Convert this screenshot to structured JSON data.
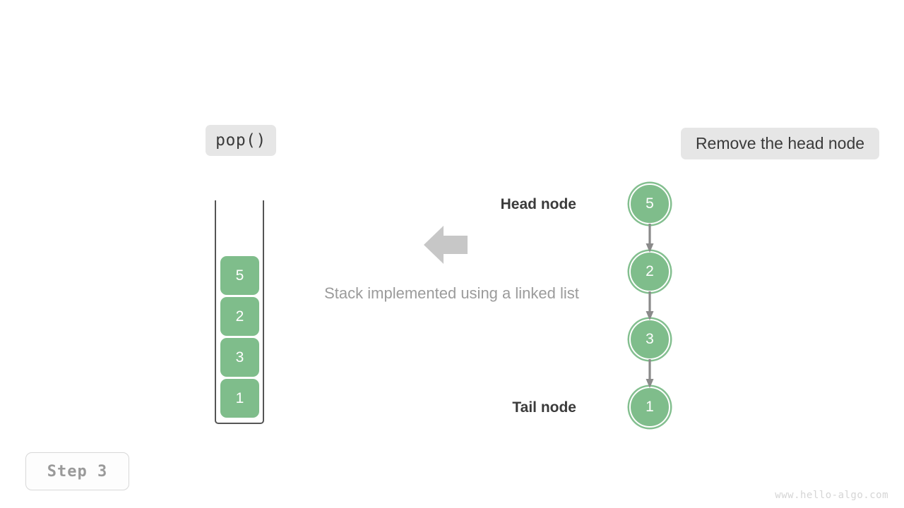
{
  "operation": {
    "label": "pop()"
  },
  "action": {
    "label": "Remove the head node"
  },
  "step": {
    "label": "Step 3"
  },
  "watermark": {
    "text": "www.hello-algo.com"
  },
  "caption": {
    "text": "Stack implemented using a linked list"
  },
  "stack": {
    "cells": [
      {
        "value": "5"
      },
      {
        "value": "2"
      },
      {
        "value": "3"
      },
      {
        "value": "1"
      }
    ]
  },
  "linked_list": {
    "head_label": "Head node",
    "tail_label": "Tail node",
    "nodes": [
      {
        "value": "5"
      },
      {
        "value": "2"
      },
      {
        "value": "3"
      },
      {
        "value": "1"
      }
    ]
  },
  "colors": {
    "node_green": "#7fbd8b",
    "node_ring": "#83bf8f",
    "arrow_gray": "#8a8a8a",
    "block_arrow_gray": "#c7c7c7",
    "pill_bg": "#e6e6e6",
    "text_dark": "#3b3b3b",
    "text_muted": "#9b9b9b"
  },
  "icons": {
    "big_left_arrow": "left-block-arrow-icon",
    "link_arrow": "down-arrow-icon"
  }
}
